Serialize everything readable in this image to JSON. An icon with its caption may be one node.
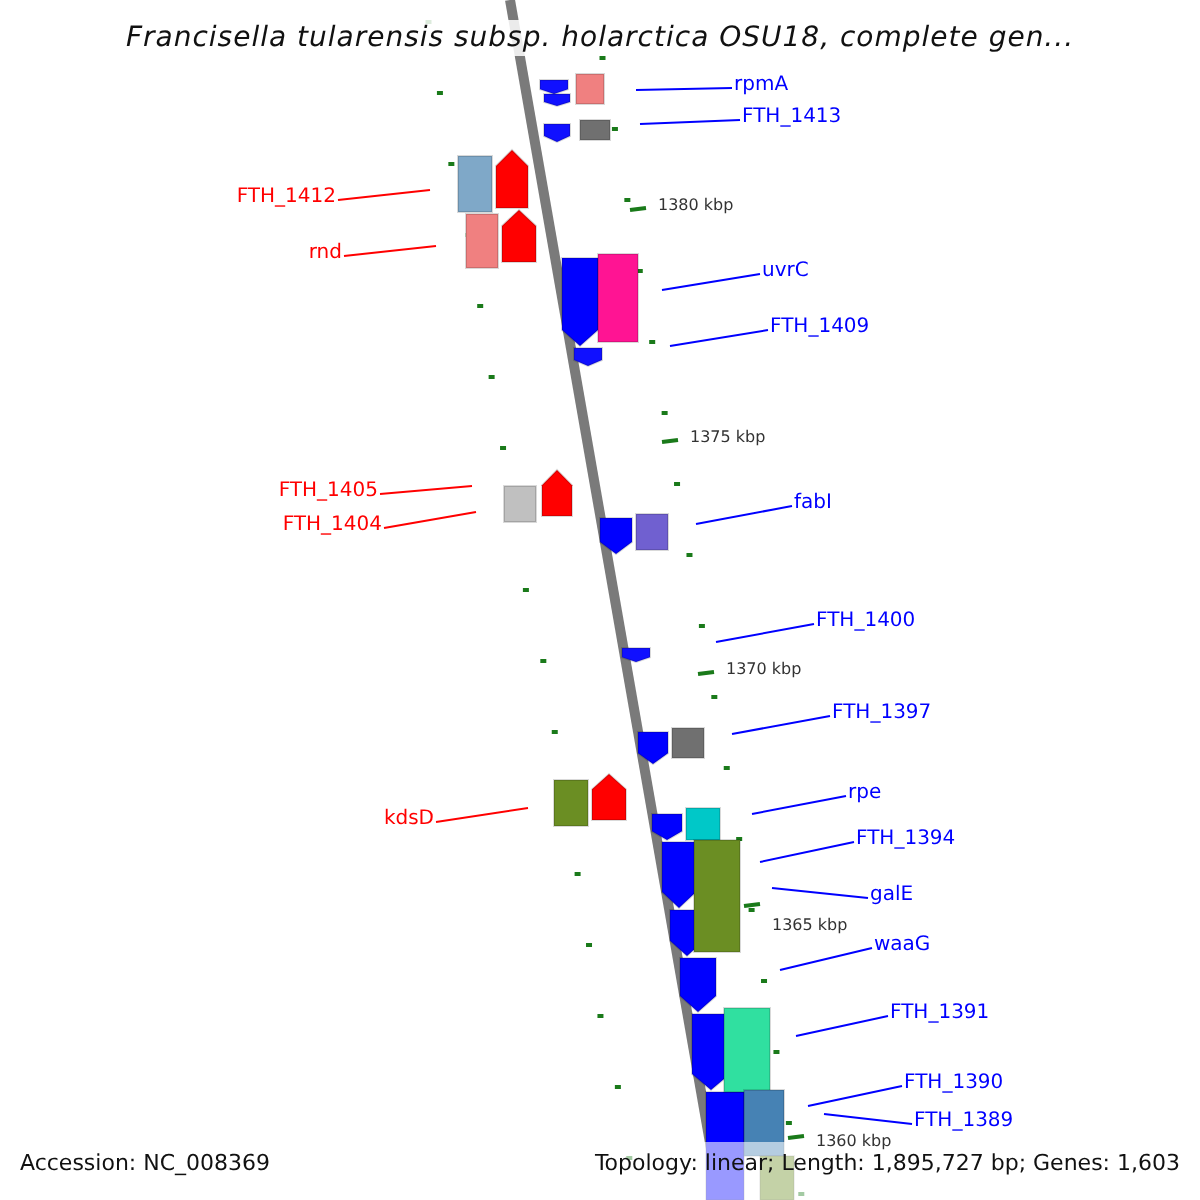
{
  "diagram": {
    "title": "Francisella tularensis subsp. holarctica OSU18, complete gen...",
    "nodes": [
      {
        "text": [
          "rpmA"
        ]
      },
      {
        "text": [
          "FTH_1413"
        ]
      },
      {
        "text": [
          "FTH_1412"
        ]
      },
      {
        "text": [
          "rnd"
        ]
      },
      {
        "text": [
          "uvrC"
        ]
      },
      {
        "text": [
          "FTH_1409"
        ]
      },
      {
        "text": [
          "FTH_1405"
        ]
      },
      {
        "text": [
          "fabI"
        ]
      },
      {
        "text": [
          "FTH_1404"
        ]
      },
      {
        "text": [
          "FTH_1400"
        ]
      },
      {
        "text": [
          "FTH_1397"
        ]
      },
      {
        "text": [
          "rpe"
        ]
      },
      {
        "text": [
          "kdsD"
        ]
      },
      {
        "text": [
          "FTH_1394"
        ]
      },
      {
        "text": [
          "galE"
        ]
      },
      {
        "text": [
          "waaG"
        ]
      },
      {
        "text": [
          "FTH_1391"
        ]
      },
      {
        "text": [
          "FTH_1390"
        ]
      },
      {
        "text": [
          "FTH_1389"
        ]
      }
    ],
    "edges": [
      {
        "from": 0,
        "to": null,
        "arrow": "none"
      },
      {
        "from": 1,
        "to": null,
        "arrow": "none"
      },
      {
        "from": 2,
        "to": null,
        "arrow": "none",
        "color": "#ff0000"
      },
      {
        "from": 3,
        "to": null,
        "arrow": "none",
        "color": "#ff0000"
      },
      {
        "from": 4,
        "to": null,
        "arrow": "none"
      },
      {
        "from": 5,
        "to": null,
        "arrow": "none"
      },
      {
        "from": 6,
        "to": null,
        "arrow": "none",
        "color": "#ff0000"
      },
      {
        "from": 7,
        "to": null,
        "arrow": "none"
      },
      {
        "from": 8,
        "to": null,
        "arrow": "none",
        "color": "#ff0000"
      },
      {
        "from": 9,
        "to": null,
        "arrow": "none"
      },
      {
        "from": 10,
        "to": null,
        "arrow": "none"
      },
      {
        "from": 11,
        "to": null,
        "arrow": "none"
      },
      {
        "from": 12,
        "to": null,
        "arrow": "none",
        "color": "#ff0000"
      },
      {
        "from": 13,
        "to": null,
        "arrow": "none"
      },
      {
        "from": 14,
        "to": null,
        "arrow": "none"
      },
      {
        "from": 15,
        "to": null,
        "arrow": "none"
      },
      {
        "from": 16,
        "to": null,
        "arrow": "none"
      },
      {
        "from": 17,
        "to": null,
        "arrow": "none"
      },
      {
        "from": 18,
        "to": null,
        "arrow": "none"
      }
    ],
    "labels": [
      "1380 kbp",
      "1375 kbp",
      "1370 kbp",
      "1365 kbp",
      "1360 kbp",
      "Accession: NC_008369",
      "Topology: linear; Length: 1,895,727 bp; Genes: 1,603"
    ]
  }
}
